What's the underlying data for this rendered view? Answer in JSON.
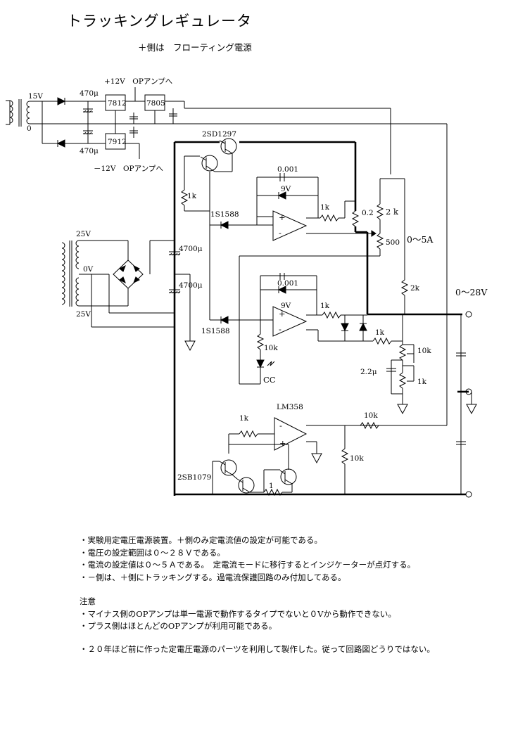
{
  "title": "トラッキングレギュレータ",
  "subtitle": "＋側は　フローティング電源",
  "labels": {
    "v15": "15V",
    "v0": "0",
    "c470a": "470μ",
    "c470b": "470μ",
    "plus12": "+12V　OPアンプへ",
    "minus12": "－12V　OPアンプへ",
    "reg7812": "7812",
    "reg7805": "7805",
    "reg7912": "7912",
    "tr_2sd1297": "2SD1297",
    "r1k_left": "1k",
    "d1s1588_top": "1S1588",
    "c0001_top": "0.001",
    "z9v_top": "9V",
    "r1k_top": "1k",
    "r02": "0.2",
    "r2k_top": "2 k",
    "pot500": "500",
    "range_a": "0～5A",
    "v25_top": "25V",
    "v0_mid": "0V",
    "v25_bot": "25V",
    "c4700a": "4700μ",
    "c4700b": "4700μ",
    "r2k_mid": "2k",
    "range_v": "0～28V",
    "c0001_bot": "0.001",
    "z9v_bot": "9V",
    "r1k_mid": "1k",
    "d1s1588_bot": "1S1588",
    "r1k_right": "1k",
    "r10k_cc": "10k",
    "pot10k": "10k",
    "c22": "2.2μ",
    "pot1k": "1k",
    "cc": "CC",
    "lm358": "LM358",
    "r1k_bot": "1k",
    "r10k_bot": "10k",
    "r10k_vert": "10k",
    "tr_2sb1079": "2SB1079",
    "r1_bot": "1"
  },
  "notes": {
    "n1": "・実験用定電圧電源装置。＋側のみ定電流値の設定が可能である。",
    "n2": "・電圧の設定範囲は０～２８Ｖである。",
    "n3": "・電流の設定値は０～５Ａである。　定電流モードに移行するとインジケーターが点灯する。",
    "n4": "・－側は、＋側にトラッキングする。過電流保護回路のみ付加してある。",
    "caution": "注意",
    "c1": "・マイナス側のOPアンプは単一電源で動作するタイプでないと０Vから動作できない。",
    "c2": "・プラス側はほとんどのOPアンプが利用可能である。",
    "c3": "・２０年ほど前に作った定電圧電源のパーツを利用して製作した。従って回路図どうりではない。"
  }
}
